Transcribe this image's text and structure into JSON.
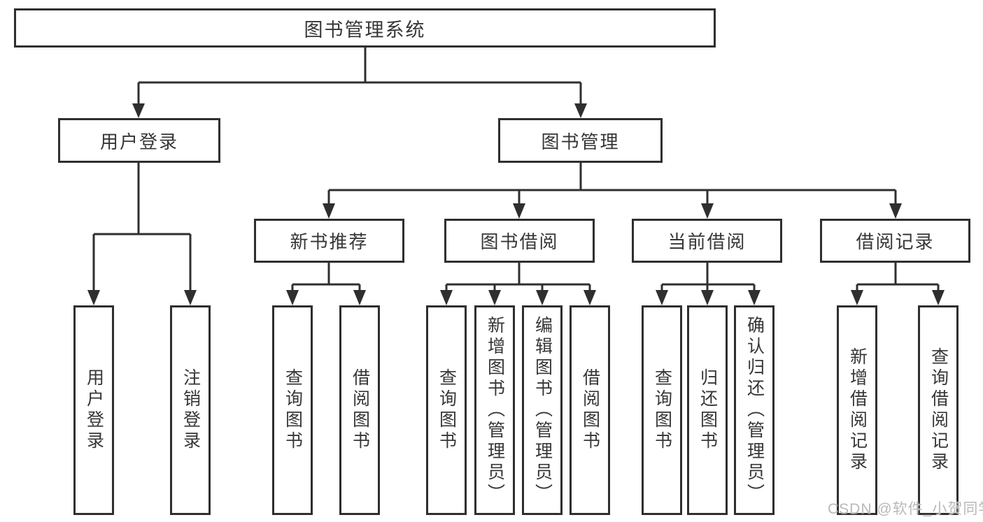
{
  "diagram": {
    "type": "hierarchy-tree",
    "root": {
      "label": "图书管理系统"
    },
    "level2": [
      {
        "label": "用户登录",
        "parent": "图书管理系统"
      },
      {
        "label": "图书管理",
        "parent": "图书管理系统"
      }
    ],
    "level3": [
      {
        "label": "新书推荐",
        "parent": "图书管理"
      },
      {
        "label": "图书借阅",
        "parent": "图书管理"
      },
      {
        "label": "当前借阅",
        "parent": "图书管理"
      },
      {
        "label": "借阅记录",
        "parent": "图书管理"
      }
    ],
    "leaves": [
      {
        "label": "用户登录",
        "parent": "用户登录"
      },
      {
        "label": "注销登录",
        "parent": "用户登录"
      },
      {
        "label": "查询图书",
        "parent": "新书推荐"
      },
      {
        "label": "借阅图书",
        "parent": "新书推荐"
      },
      {
        "label": "查询图书",
        "parent": "图书借阅"
      },
      {
        "label": "新增图书（管理员）",
        "parent": "图书借阅"
      },
      {
        "label": "编辑图书（管理员）",
        "parent": "图书借阅"
      },
      {
        "label": "借阅图书",
        "parent": "图书借阅"
      },
      {
        "label": "查询图书",
        "parent": "当前借阅"
      },
      {
        "label": "归还图书",
        "parent": "当前借阅"
      },
      {
        "label": "确认归还（管理员）",
        "parent": "当前借阅"
      },
      {
        "label": "新增借阅记录",
        "parent": "借阅记录"
      },
      {
        "label": "查询借阅记录",
        "parent": "借阅记录"
      }
    ]
  },
  "watermark": {
    "text": "CSDN @软件_小贺同学",
    "color": "#b9b9b9"
  },
  "colors": {
    "line": "#2f2f2f",
    "box_border": "#2f2f2f",
    "text": "#363636",
    "background": "#ffffff"
  }
}
